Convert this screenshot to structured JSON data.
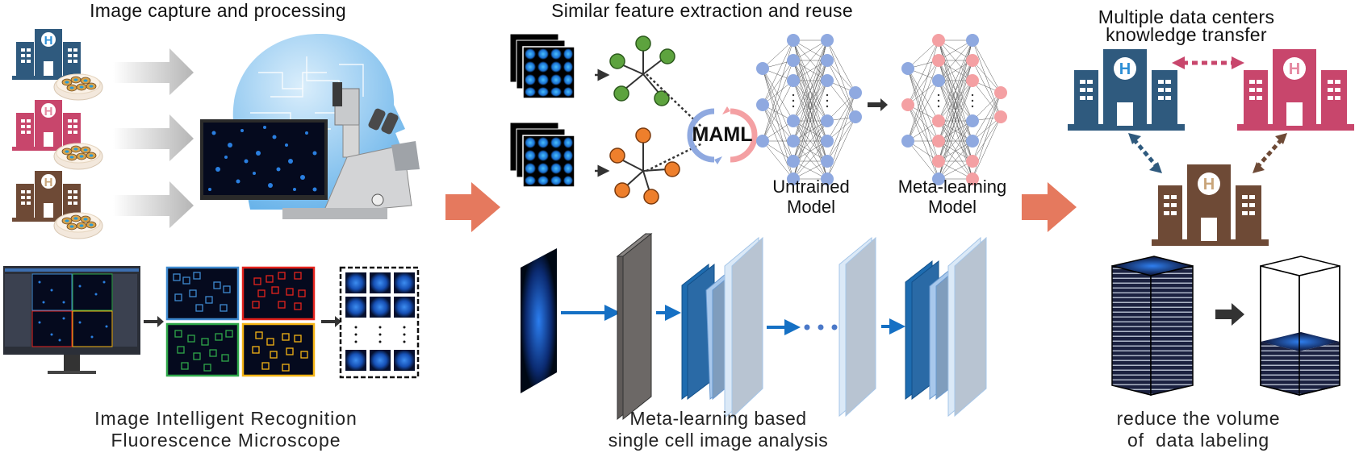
{
  "panels": {
    "capture": {
      "title": "Image capture and processing",
      "caption_line1": "Image Intelligent Recognition",
      "caption_line2": "Fluorescence Microscope"
    },
    "meta": {
      "title": "Similar feature extraction and reuse",
      "maml_label": "MAML",
      "untrained_line1": "Untrained",
      "untrained_line2": "Model",
      "metamodel_line1": "Meta-learning",
      "metamodel_line2": "Model",
      "caption_line1": "Meta-learning based",
      "caption_line2": "single cell image analysis"
    },
    "transfer": {
      "title_line1": "Multiple data centers",
      "title_line2": "knowledge transfer",
      "caption_line1": "reduce the volume",
      "caption_line2": "of  data labeling"
    }
  },
  "hospitals": [
    {
      "name": "hospital-blue",
      "label": "H",
      "color": "#2f5a7e",
      "letter_color": "#2e8fd6"
    },
    {
      "name": "hospital-pink",
      "label": "H",
      "color": "#c8466c",
      "letter_color": "#e58aa2"
    },
    {
      "name": "hospital-brown",
      "label": "H",
      "color": "#6e4a36",
      "letter_color": "#c9a57a"
    }
  ],
  "colors": {
    "flow_arrow": "#e5795e",
    "node_blue": "#8fa9e0",
    "node_pink": "#f4a0a3",
    "cluster_green": "#5da33e",
    "cluster_orange": "#ee7f2c",
    "detect_blue": "#3f8ad0",
    "detect_red": "#e5231d",
    "detect_green": "#2fa84a",
    "detect_yellow": "#f5b414",
    "layer_dark": "#5e5a58",
    "layer_blue": "#1e6cb0",
    "layer_light": "#b8c4d2",
    "arrow_blue": "#1570c4"
  }
}
